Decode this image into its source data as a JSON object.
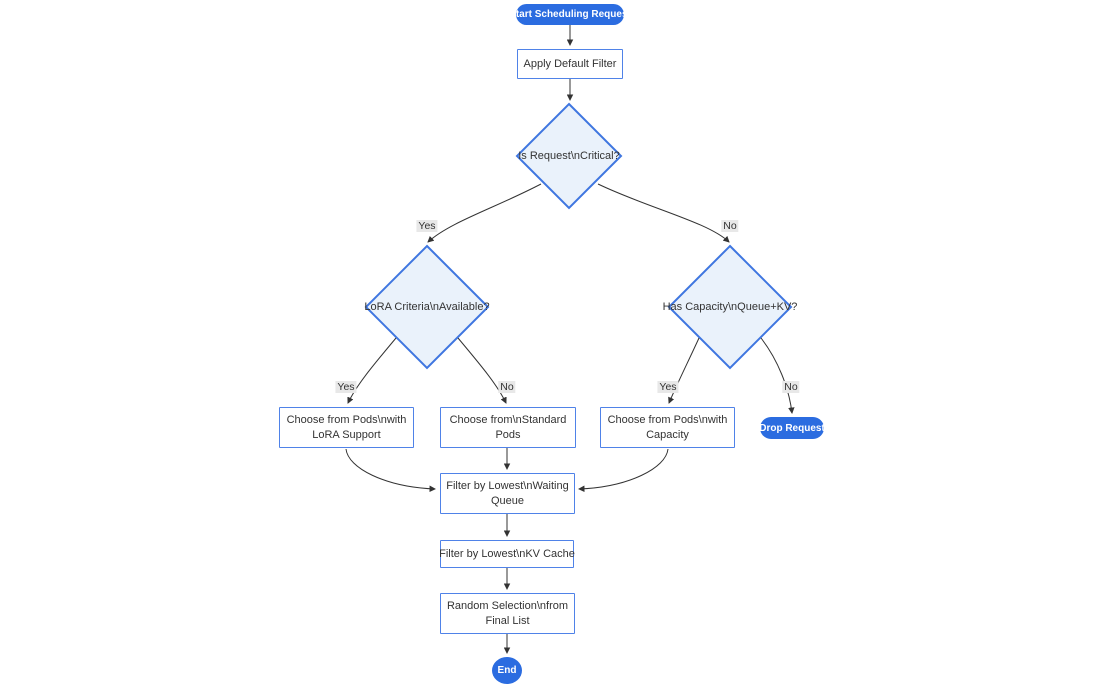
{
  "diagram": {
    "type": "flowchart",
    "direction": "top-down",
    "nodes": {
      "start": {
        "shape": "pill",
        "label": "Start Scheduling Request"
      },
      "apply_filter": {
        "shape": "rect",
        "label": "Apply Default Filter"
      },
      "is_critical": {
        "shape": "diamond",
        "label": "Is Request\\nCritical?"
      },
      "lora_criteria": {
        "shape": "diamond",
        "label": "LoRA Criteria\\nAvailable?"
      },
      "has_capacity": {
        "shape": "diamond",
        "label": "Has Capacity\\nQueue+KV?"
      },
      "lora_pods": {
        "shape": "rect",
        "lines": [
          "Choose from Pods\\nwith",
          "LoRA Support"
        ]
      },
      "standard_pods": {
        "shape": "rect",
        "lines": [
          "Choose from\\nStandard",
          "Pods"
        ]
      },
      "capacity_pods": {
        "shape": "rect",
        "lines": [
          "Choose from Pods\\nwith",
          "Capacity"
        ]
      },
      "drop_request": {
        "shape": "pill",
        "label": "Drop Request"
      },
      "filter_queue": {
        "shape": "rect",
        "lines": [
          "Filter by Lowest\\nWaiting",
          "Queue"
        ]
      },
      "filter_kv": {
        "shape": "rect",
        "label": "Filter by Lowest\\nKV Cache"
      },
      "random_selection": {
        "shape": "rect",
        "lines": [
          "Random Selection\\nfrom",
          "Final List"
        ]
      },
      "end": {
        "shape": "circle",
        "label": "End"
      }
    },
    "edges": [
      {
        "from": "start",
        "to": "apply_filter",
        "label": ""
      },
      {
        "from": "apply_filter",
        "to": "is_critical",
        "label": ""
      },
      {
        "from": "is_critical",
        "to": "lora_criteria",
        "label": "Yes"
      },
      {
        "from": "is_critical",
        "to": "has_capacity",
        "label": "No"
      },
      {
        "from": "lora_criteria",
        "to": "lora_pods",
        "label": "Yes"
      },
      {
        "from": "lora_criteria",
        "to": "standard_pods",
        "label": "No"
      },
      {
        "from": "has_capacity",
        "to": "capacity_pods",
        "label": "Yes"
      },
      {
        "from": "has_capacity",
        "to": "drop_request",
        "label": "No"
      },
      {
        "from": "lora_pods",
        "to": "filter_queue",
        "label": ""
      },
      {
        "from": "standard_pods",
        "to": "filter_queue",
        "label": ""
      },
      {
        "from": "capacity_pods",
        "to": "filter_queue",
        "label": ""
      },
      {
        "from": "filter_queue",
        "to": "filter_kv",
        "label": ""
      },
      {
        "from": "filter_kv",
        "to": "random_selection",
        "label": ""
      },
      {
        "from": "random_selection",
        "to": "end",
        "label": ""
      }
    ],
    "colors": {
      "pill_fill": "#2b6ce0",
      "pill_text": "#ffffff",
      "rect_fill": "#ffffff",
      "rect_border": "#4f82e8",
      "decision_fill": "#eaf2fb",
      "decision_border": "#3f76e0",
      "edge": "#333333",
      "edge_label_bg": "#e8e8e8",
      "text": "#333333",
      "background": "#ffffff"
    }
  }
}
